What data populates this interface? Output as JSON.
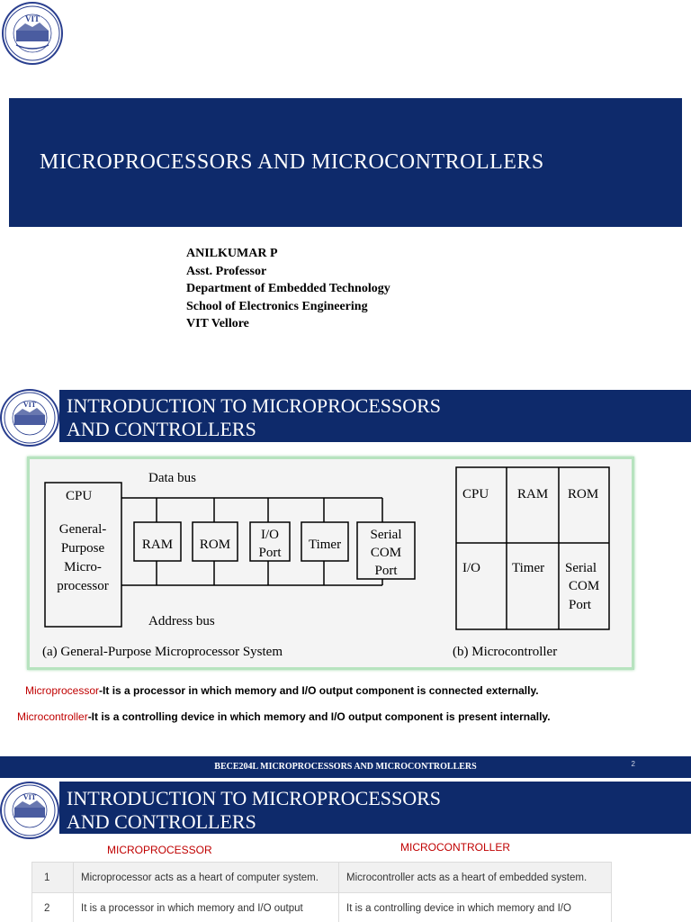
{
  "logo_text": "VIT",
  "slide1": {
    "title": "MICROPROCESSORS  AND  MICROCONTROLLERS",
    "author": {
      "name": "ANILKUMAR P",
      "designation": "Asst. Professor",
      "department": "Department of  Embedded Technology",
      "school": "School of Electronics Engineering",
      "institute": "VIT Vellore"
    }
  },
  "slide2": {
    "header_line1": "INTRODUCTION TO MICROPROCESSORS",
    "header_line2": "AND  CONTROLLERS",
    "diagram_a": {
      "cpu_label": "CPU",
      "cpu_desc": [
        "General-",
        "Purpose",
        "Micro-",
        "processor"
      ],
      "data_bus": "Data bus",
      "address_bus": "Address bus",
      "blocks": [
        {
          "lines": [
            "RAM"
          ]
        },
        {
          "lines": [
            "ROM"
          ]
        },
        {
          "lines": [
            "I/O",
            "Port"
          ]
        },
        {
          "lines": [
            "Timer"
          ]
        },
        {
          "lines": [
            "Serial",
            "COM",
            "Port"
          ]
        }
      ],
      "caption": "(a) General-Purpose Microprocessor System"
    },
    "diagram_b": {
      "cells": [
        {
          "lines": [
            "CPU"
          ]
        },
        {
          "lines": [
            "RAM"
          ]
        },
        {
          "lines": [
            "ROM"
          ]
        },
        {
          "lines": [
            "I/O"
          ]
        },
        {
          "lines": [
            "Timer"
          ]
        },
        {
          "lines": [
            "Serial",
            "COM",
            "Port"
          ]
        }
      ],
      "caption": "(b) Microcontroller"
    },
    "def_microprocessor_term": "Microprocessor",
    "def_microprocessor_text": "-It is a processor in which memory and I/O output component is connected externally.",
    "def_microcontroller_term": "Microcontroller",
    "def_microcontroller_text": "-It is a controlling device in which memory and I/O output component is present internally."
  },
  "footer": {
    "course": "BECE204L MICROPROCESSORS AND MICROCONTROLLERS",
    "page": "2"
  },
  "slide3": {
    "header_line1": "INTRODUCTION TO MICROPROCESSORS",
    "header_line2": "AND  CONTROLLERS",
    "col_microprocessor": "MICROPROCESSOR",
    "col_microcontroller": "MICROCONTROLLER",
    "rows": [
      {
        "num": "1",
        "mp": "Microprocessor acts as a heart of computer system.",
        "mc": "Microcontroller acts as a heart of embedded system."
      },
      {
        "num": "2",
        "mp": "It is a processor in which memory and I/O output",
        "mc": "It is a controlling device in which memory and I/O"
      }
    ]
  },
  "colors": {
    "band": "#0e2a6b",
    "term_red": "#c00000",
    "frame_green": "#b7e3bf"
  }
}
